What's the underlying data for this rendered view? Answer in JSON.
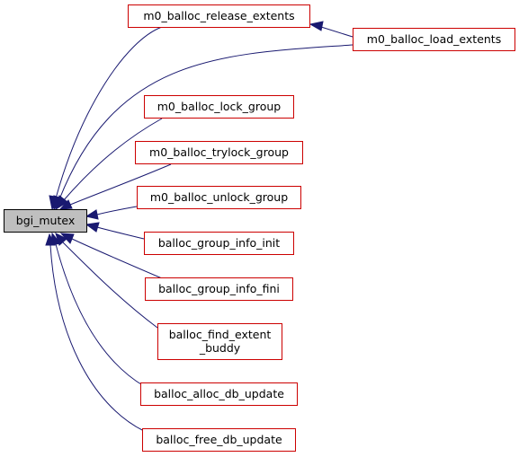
{
  "graph": {
    "root": {
      "label": "bgi_mutex"
    },
    "nodes": {
      "release_extents": {
        "label": "m0_balloc_release_extents"
      },
      "load_extents": {
        "label": "m0_balloc_load_extents"
      },
      "lock_group": {
        "label": "m0_balloc_lock_group"
      },
      "trylock_group": {
        "label": "m0_balloc_trylock_group"
      },
      "unlock_group": {
        "label": "m0_balloc_unlock_group"
      },
      "group_info_init": {
        "label": "balloc_group_info_init"
      },
      "group_info_fini": {
        "label": "balloc_group_info_fini"
      },
      "find_extent_buddy": {
        "label_line1": "balloc_find_extent",
        "label_line2": "_buddy"
      },
      "alloc_db_update": {
        "label": "balloc_alloc_db_update"
      },
      "free_db_update": {
        "label": "balloc_free_db_update"
      }
    },
    "colors": {
      "node_border": "#cc0000",
      "root_fill": "#bfbfbf",
      "edge": "#191970"
    }
  }
}
